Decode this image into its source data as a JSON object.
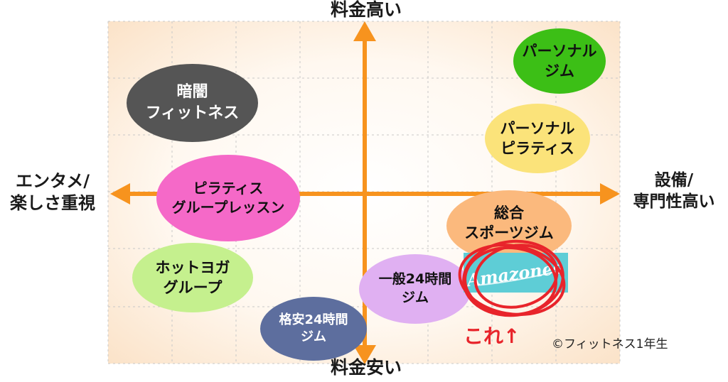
{
  "axes": {
    "top": "料金高い",
    "bottom": "料金安い",
    "left": [
      "エンタメ/",
      "楽しさ重視"
    ],
    "right": [
      "設備/",
      "専門性高い"
    ]
  },
  "clusters": {
    "dark_fitness": {
      "lines": [
        "暗闇",
        "フィットネス"
      ],
      "color": "#555555"
    },
    "personal_gym": {
      "lines": [
        "パーソナル",
        "ジム"
      ],
      "color": "#3cbf16"
    },
    "personal_pilates": {
      "lines": [
        "パーソナル",
        "ピラティス"
      ],
      "color": "#fbe37a"
    },
    "pilates_group": {
      "lines": [
        "ピラティス",
        "グループレッスン"
      ],
      "color": "#f569c8"
    },
    "sports_gym": {
      "lines": [
        "総合",
        "スポーツジム"
      ],
      "color": "#fbb97d"
    },
    "hot_yoga": {
      "lines": [
        "ホットヨガ",
        "グループ"
      ],
      "color": "#c5f08e"
    },
    "general_24": {
      "lines": [
        "一般24時間",
        "ジム"
      ],
      "color": "#e0b0f2"
    },
    "cheap_24": {
      "lines": [
        "格安24時間",
        "ジム"
      ],
      "color": "#5d6e9e"
    }
  },
  "highlight": {
    "logo_text": "Amazones",
    "caption": "これ↑",
    "color": "#e8242b",
    "logo_bg": "#5ecdd6"
  },
  "credit": "©フィットネス1年生",
  "colors": {
    "arrow": "#f7931e",
    "grid": "#c8c8c8",
    "panel": "#fdeedd"
  }
}
